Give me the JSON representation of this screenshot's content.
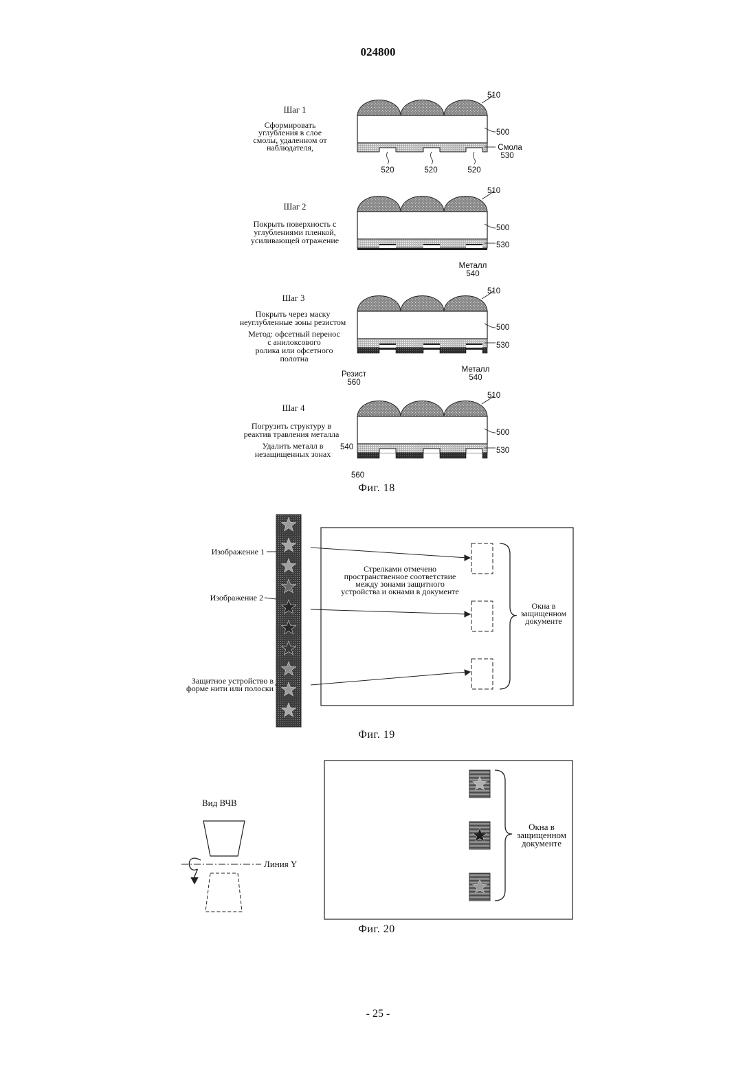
{
  "doc_number": "024800",
  "page_number": "- 25 -",
  "fig18": {
    "caption": "Фиг. 18",
    "steps": [
      {
        "title": "Шаг 1",
        "desc": [
          "Сформировать",
          "углубления в слое",
          "смолы, удаленном от",
          "наблюдателя,"
        ]
      },
      {
        "title": "Шаг 2",
        "desc": [
          "Покрыть поверхность с",
          "углублениями пленкой,",
          "усиливающей отражение"
        ]
      },
      {
        "title": "Шаг 3",
        "desc": [
          "Покрыть через маску",
          "неуглубленные зоны резистом",
          "Метод: офсетный перенос",
          "с анилоксового",
          "ролика или офсетного",
          "полотна"
        ]
      },
      {
        "title": "Шаг 4",
        "desc": [
          "Погрузить структуру в",
          "реактив травления металла",
          "Удалить металл в",
          "незащищенных зонах"
        ]
      }
    ],
    "labels": {
      "lens": "510",
      "substrate": "500",
      "resin_layer": "530",
      "resin_word": "Смола",
      "recess": "520",
      "metal_word": "Металл",
      "metal_num": "540",
      "resist_word": "Резист",
      "resist_num": "560"
    }
  },
  "fig19": {
    "caption": "Фиг. 19",
    "image1": "Изображение 1",
    "image2": "Изображение 2",
    "device": [
      "Защитное устройство в",
      "форме нити или полоски"
    ],
    "note": [
      "Стрелками отмечено",
      "пространственное соответствие",
      "между зонами защитного",
      "устройства и окнами в документе"
    ],
    "windows": [
      "Окна в",
      "защищенном",
      "документе"
    ]
  },
  "fig20": {
    "caption": "Фиг. 20",
    "view": "Вид ВЧВ",
    "line": "Линия Y",
    "windows": [
      "Окна в",
      "защищенном",
      "документе"
    ]
  },
  "icons": [
    "star-icon",
    "rotation-arrow-icon"
  ]
}
